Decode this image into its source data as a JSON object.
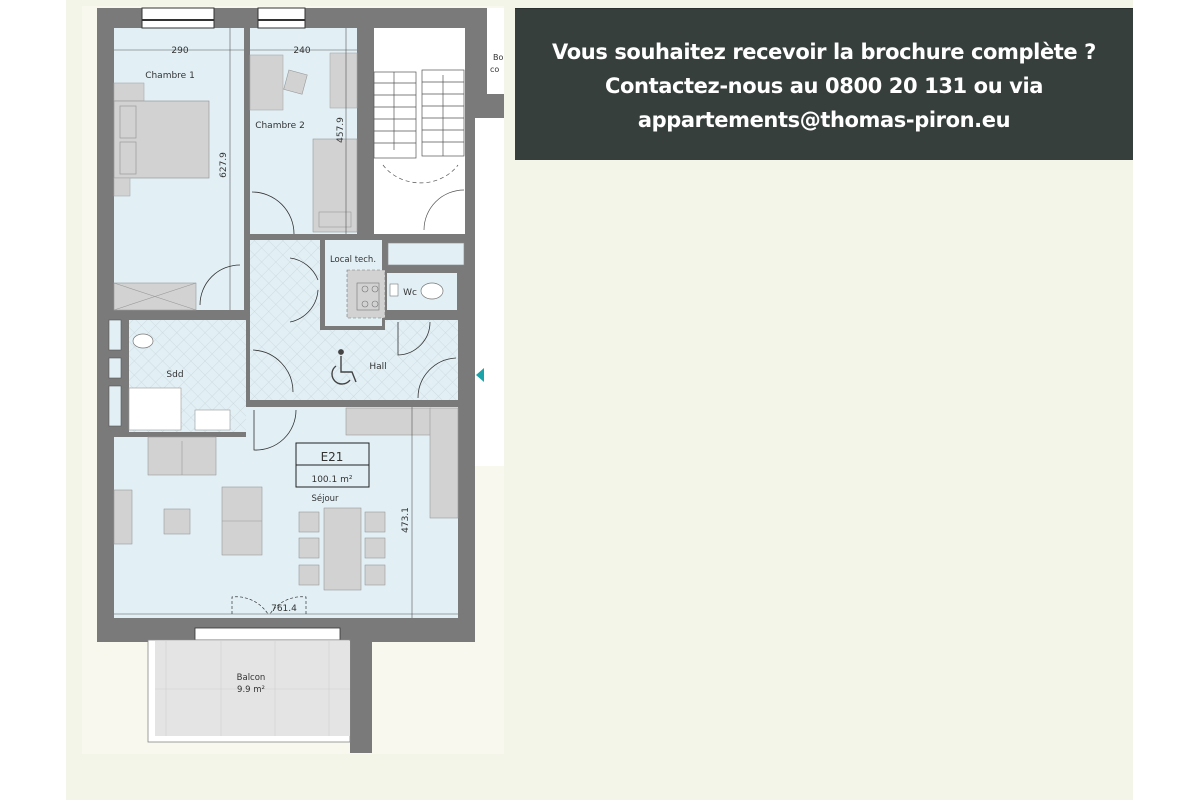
{
  "banner": {
    "line1": "Vous souhaitez recevoir la brochure complète ?",
    "line2": "Contactez-nous au 0800 20 131 ou via",
    "line3": "appartements@thomas-piron.eu",
    "phone": "0800 20 131",
    "email": "appartements@thomas-piron.eu",
    "background_color": "#373f3c",
    "text_color": "#ffffff"
  },
  "floor_plan": {
    "unit_id": "E21",
    "unit_area": "100.1 m²",
    "rooms": {
      "chambre1": "Chambre 1",
      "chambre2": "Chambre 2",
      "local_tech": "Local tech.",
      "wc": "Wc",
      "hall": "Hall",
      "sdd": "Sdd",
      "sejour": "Séjour",
      "balcon": "Balcon",
      "balcon_area": "9.9 m²"
    },
    "dimensions": {
      "chambre1_width": "290",
      "chambre2_width": "240",
      "chambre1_length": "627.9",
      "chambre2_length": "457.9",
      "sejour_depth": "473.1",
      "sejour_width": "761.4"
    },
    "neighbor_label_partial": [
      "Bo",
      "co"
    ],
    "entrance_marker_color": "#1aa3a8",
    "colors": {
      "wall": "#7a7a7a",
      "room_fill": "#e2f0f6",
      "furniture": "#d2d2d2",
      "balcony": "#e4e4e4",
      "panel_bg": "#f3f5e8"
    }
  }
}
